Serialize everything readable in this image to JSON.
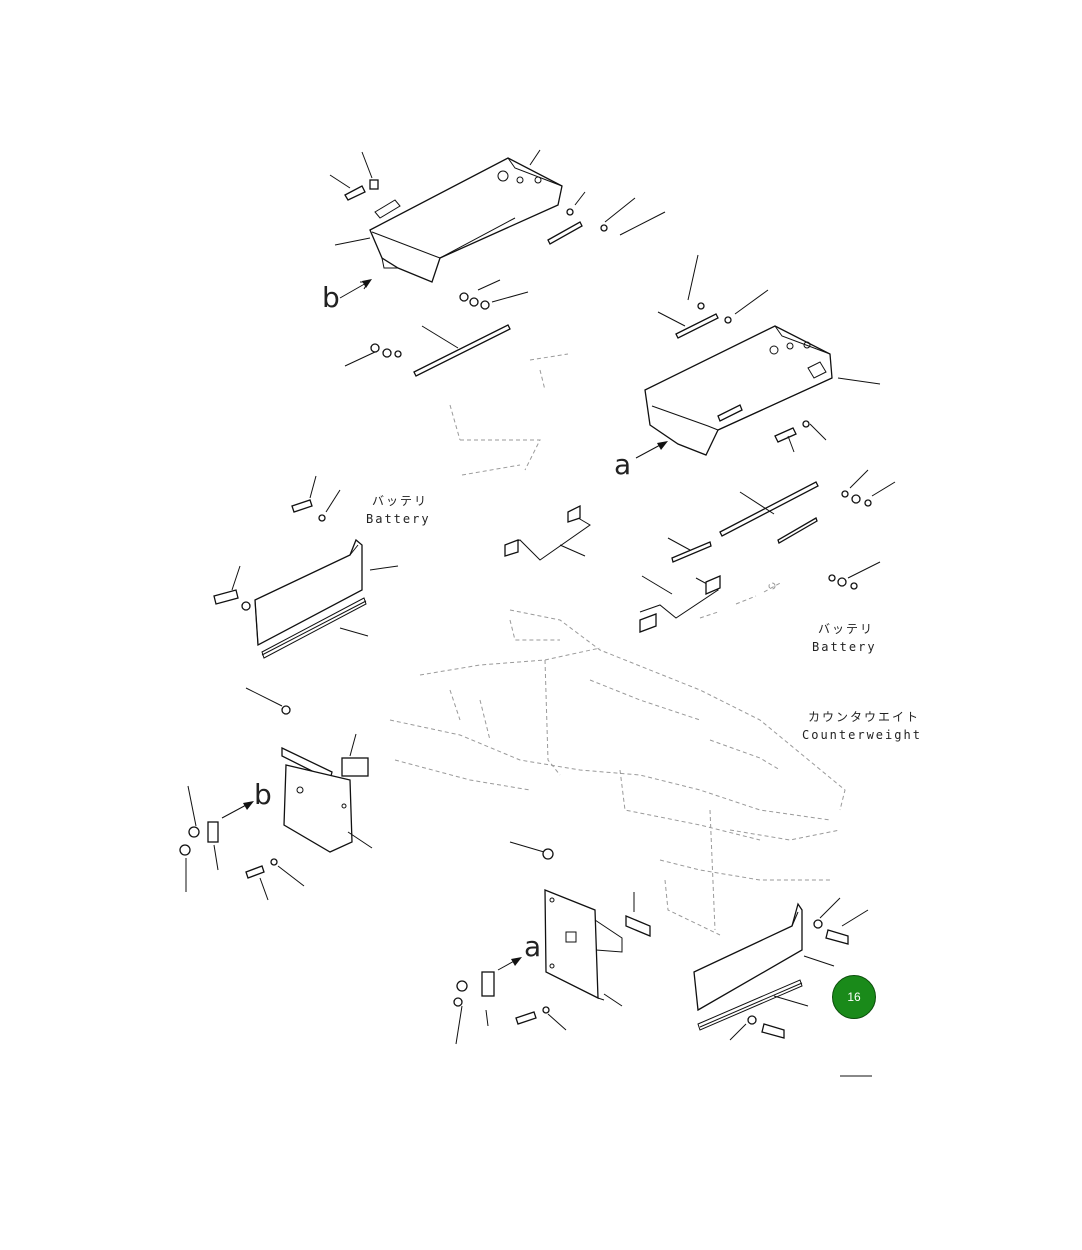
{
  "callouts": {
    "b_top": "b",
    "a_mid": "a",
    "b_left": "b",
    "a_bottom": "a"
  },
  "labels": {
    "battery_1_jp": "バッテリ",
    "battery_1_en": "Battery",
    "battery_2_jp": "バッテリ",
    "battery_2_en": "Battery",
    "counterweight_jp": "カウンタウエイト",
    "counterweight_en": "Counterweight"
  },
  "page_badge": "16",
  "colors": {
    "badge": "#1a8a1a",
    "lines": "#111111"
  }
}
